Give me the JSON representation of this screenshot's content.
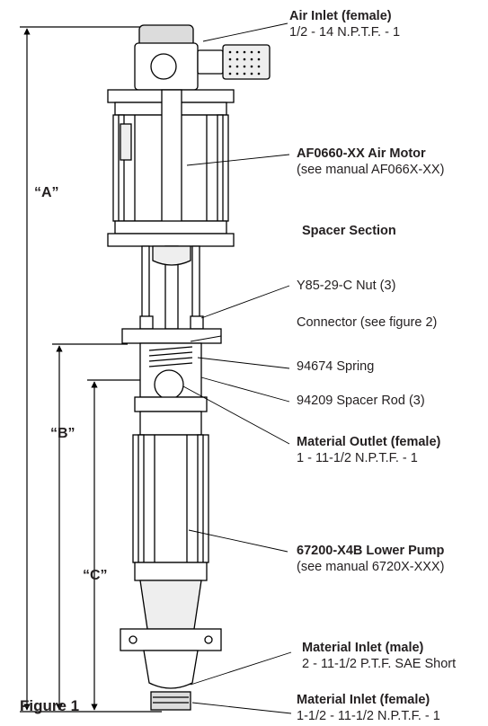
{
  "callouts": {
    "air_inlet": {
      "title": "Air Inlet (female)",
      "sub": "1/2 - 14 N.P.T.F. - 1"
    },
    "air_motor": {
      "title": "AF0660-XX Air Motor",
      "sub": "(see manual AF066X-XX)"
    },
    "spacer_section": {
      "title": "Spacer Section"
    },
    "nut": {
      "text": "Y85-29-C Nut (3)"
    },
    "connector": {
      "text": "Connector (see figure 2)"
    },
    "spring": {
      "text": "94674 Spring"
    },
    "spacer_rod": {
      "text": "94209 Spacer Rod (3)"
    },
    "material_outlet": {
      "title": "Material Outlet (female)",
      "sub": "1 - 11-1/2 N.P.T.F. - 1"
    },
    "lower_pump": {
      "title": "67200-X4B Lower Pump",
      "sub": "(see manual 6720X-XXX)"
    },
    "material_inlet_male": {
      "title": "Material Inlet (male)",
      "sub": "2 - 11-1/2 P.T.F. SAE Short"
    },
    "material_inlet_female": {
      "title": "Material Inlet (female)",
      "sub": "1-1/2 - 11-1/2 N.P.T.F. - 1"
    }
  },
  "dimensions": {
    "a": "“A”",
    "b": "“B”",
    "c": "“C”"
  },
  "figure_caption": "Figure 1"
}
